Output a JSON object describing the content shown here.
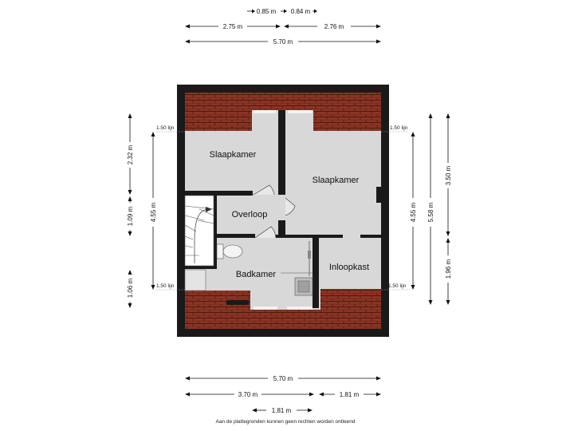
{
  "rooms": {
    "slaapkamer_left": "Slaapkamer",
    "slaapkamer_right": "Slaapkamer",
    "overloop": "Overloop",
    "badkamer": "Badkamer",
    "inloopkast": "Inloopkast"
  },
  "dimensions": {
    "top_small_left": "0.85 m",
    "top_small_right": "0.84 m",
    "top_left": "2.75 m",
    "top_right": "2.76 m",
    "top_total": "5.70 m",
    "bottom_total": "5.70 m",
    "bottom_left": "3.70 m",
    "bottom_right": "1.81 m",
    "bottom_lowest": "1.81 m",
    "left_outer_top": "2.32 m",
    "left_outer_mid": "1.09 m",
    "left_outer_bottom": "1.06 m",
    "left_inner": "4.55 m",
    "right_inner": "4.55 m",
    "right_middle": "5.58 m",
    "right_outer_top": "3.50 m",
    "right_outer_bottom": "1.96 m"
  },
  "lijn_labels": {
    "top_left": "1.50 lijn",
    "top_right": "1.50 lijn",
    "bottom_left": "1.50 lijn",
    "bottom_right": "1.50 lijn"
  },
  "footer": "Aan de plattegronden kunnen geen rechten worden ontleend",
  "colors": {
    "wall": "#1a1a1a",
    "floor": "#d8d8d8",
    "roof_tile": "#8a3524",
    "roof_tile_line": "#5a1f14"
  }
}
